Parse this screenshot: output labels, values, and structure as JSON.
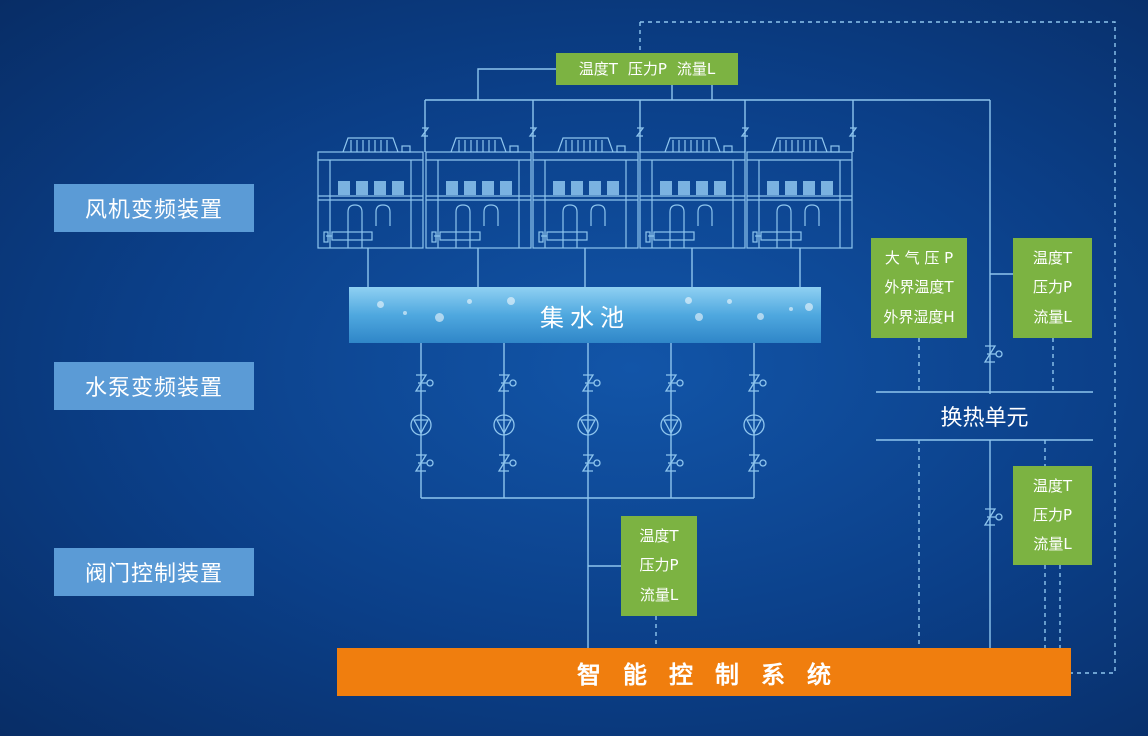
{
  "side_labels": [
    "风机变频装置",
    "水泵变频装置",
    "阀门控制装置"
  ],
  "top_sensor": {
    "temp": "温度T",
    "pressure": "压力P",
    "flow": "流量L"
  },
  "basin_label": "集水池",
  "ambient_sensor": {
    "atm": "大 气 压 P",
    "temp": "外界温度T",
    "humidity": "外界湿度H"
  },
  "right_top_sensor": {
    "temp": "温度T",
    "pressure": "压力P",
    "flow": "流量L"
  },
  "heat_exchange_label": "换热单元",
  "right_bottom_sensor": {
    "temp": "温度T",
    "pressure": "压力P",
    "flow": "流量L"
  },
  "pump_sensor": {
    "temp": "温度T",
    "pressure": "压力P",
    "flow": "流量L"
  },
  "control_system_label": "智能控制系统",
  "colors": {
    "background": "#0b3f88",
    "line": "#8ec5ee",
    "sensor_box": "#7cb342",
    "side_label": "#5b9bd6",
    "control_bar": "#f07e0e"
  }
}
